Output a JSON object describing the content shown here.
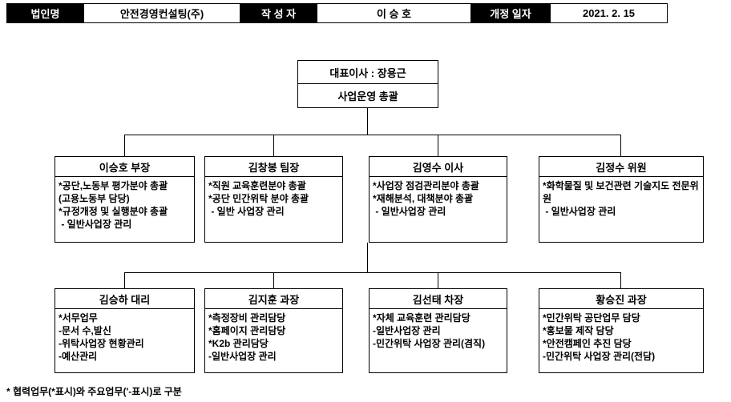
{
  "header": {
    "cells": [
      {
        "label": "법인명",
        "dark": true
      },
      {
        "label": "안전경영컨설팅(주)",
        "dark": false
      },
      {
        "label": "작 성 자",
        "dark": true
      },
      {
        "label": "이 승 호",
        "dark": false
      },
      {
        "label": "개정 일자",
        "dark": true
      },
      {
        "label": "2021. 2. 15",
        "dark": false
      }
    ]
  },
  "ceo": {
    "title": "대표이사 : 장용근",
    "subtitle": "사업운영 총괄"
  },
  "middle_row": [
    {
      "title": "이승호 부장",
      "items": [
        "*공단,노동부 평가분야 총괄",
        "(고용노동부 담당)",
        "*규정개정 및 실행분야 총괄",
        " - 일반사업장 관리"
      ]
    },
    {
      "title": "김창봉 팀장",
      "items": [
        "*직원 교육훈련분야 총괄",
        "*공단 민간위탁 분야 총괄",
        " - 일반 사업장 관리"
      ]
    },
    {
      "title": "김영수 이사",
      "items": [
        "*사업장 점검관리분야 총괄",
        "*재해분석, 대책분야 총괄",
        " - 일반사업장 관리"
      ]
    },
    {
      "title": "김정수 위원",
      "items": [
        "*화학물질 및 보건관련 기술지도 전문위원",
        " - 일반사업장 관리"
      ]
    }
  ],
  "bottom_row": [
    {
      "title": "김승하 대리",
      "items": [
        "*서무업무",
        "-문서 수,발신",
        "-위탁사업장 현황관리",
        "-예산관리"
      ]
    },
    {
      "title": "김지훈 과장",
      "items": [
        "*측정장비 관리담당",
        "*홈페이지 관리담당",
        "*K2b 관리담당",
        "-일반사업장 관리"
      ]
    },
    {
      "title": "김선태 차장",
      "items": [
        "*자체 교육훈련 관리담당",
        "-일반사업장 관리",
        "-민간위탁 사업장 관리(겸직)"
      ]
    },
    {
      "title": "황승진 과장",
      "items": [
        "*민간위탁 공단업무 담당",
        "*홍보물 제작 담당",
        "*안전캠페인 추진 담당",
        "-민간위탁 사업장 관리(전담)"
      ]
    }
  ],
  "footnote": "* 협력업무(*표시)와 주요업무('-표시)로 구분",
  "colors": {
    "header_dark_bg": "#000000",
    "header_dark_text": "#ffffff",
    "border": "#000000",
    "background": "#ffffff"
  }
}
